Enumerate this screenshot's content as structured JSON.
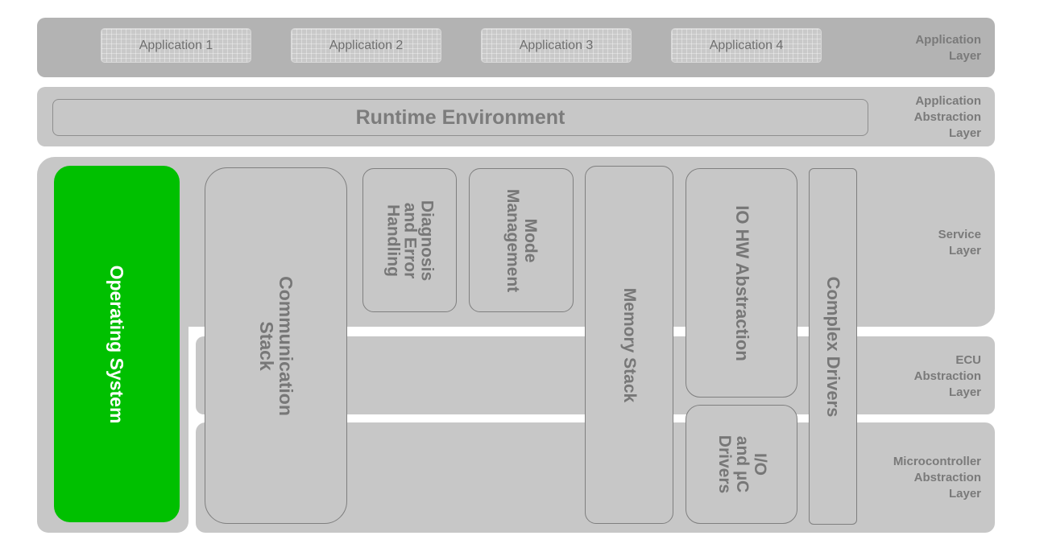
{
  "applications": [
    "Application 1",
    "Application 2",
    "Application 3",
    "Application 4"
  ],
  "runtime_environment": "Runtime Environment",
  "layers": {
    "application": [
      "Application",
      "Layer"
    ],
    "application_abstraction": [
      "Application",
      "Abstraction",
      "Layer"
    ],
    "service": [
      "Service",
      "Layer"
    ],
    "ecu_abstraction": [
      "ECU",
      "Abstraction",
      "Layer"
    ],
    "microcontroller_abstraction": [
      "Microcontroller",
      "Abstraction",
      "Layer"
    ]
  },
  "modules": {
    "operating_system": [
      "Operating System"
    ],
    "communication_stack": [
      "Communication",
      "Stack"
    ],
    "diagnosis": [
      "Diagnosis",
      "and Error",
      "Handling"
    ],
    "mode_management": [
      "Mode",
      "Management"
    ],
    "memory_stack": [
      "Memory Stack"
    ],
    "io_hw_abstraction": [
      "IO HW Abstraction"
    ],
    "io_uc_drivers": [
      "I/O",
      "and µC",
      "Drivers"
    ],
    "complex_drivers": [
      "Complex Drivers"
    ]
  },
  "colors": {
    "os_highlight": "#00c000",
    "band": "#c7c7c7",
    "text_gray": "#777777"
  }
}
